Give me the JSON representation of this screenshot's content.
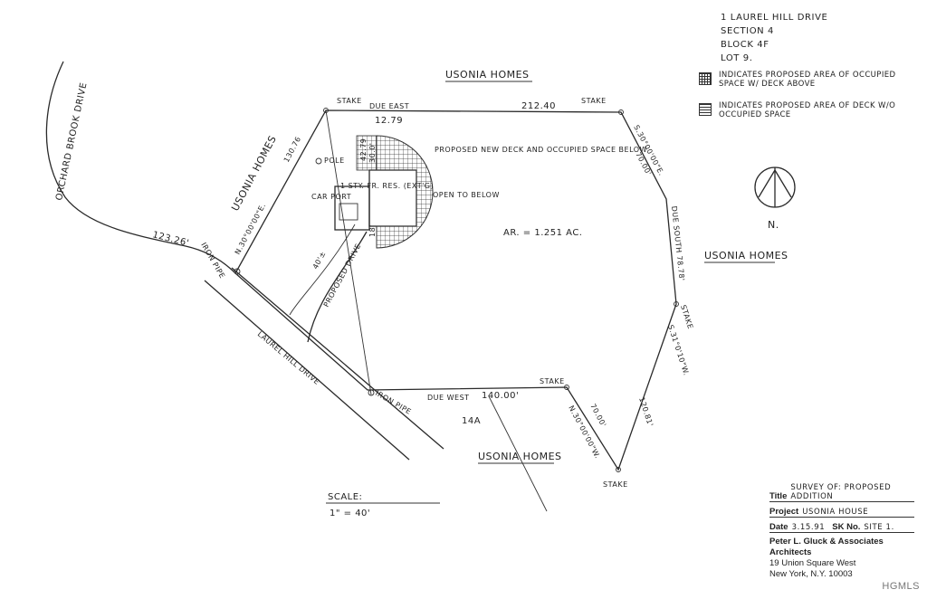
{
  "lot_info": {
    "address": "1 LAUREL HILL DRIVE",
    "section": "SECTION 4",
    "block": "BLOCK 4F",
    "lot": "LOT 9."
  },
  "legend": [
    {
      "swatch": "crosshatch-square-icon",
      "text": "INDICATES PROPOSED AREA OF OCCUPIED SPACE W/ DECK ABOVE"
    },
    {
      "swatch": "hatch-square-icon",
      "text": "INDICATES PROPOSED AREA OF DECK W/O OCCUPIED SPACE"
    }
  ],
  "labels": {
    "usonia_top": "USONIA HOMES",
    "usonia_left": "USONIA HOMES",
    "usonia_right": "USONIA HOMES",
    "usonia_bottom": "USONIA HOMES",
    "orchard_brook": "ORCHARD BROOK DRIVE",
    "laurel_hill": "LAUREL HILL DRIVE",
    "due_east": "DUE EAST",
    "due_east_dist": "12.79",
    "dist_212": "212.40",
    "stake_top_left": "STAKE",
    "stake_top_right": "STAKE",
    "stake_right": "STAKE",
    "stake_bottom": "STAKE",
    "stake_bottom_right": "STAKE",
    "bearing_ne": "S.30°00'00\"E.",
    "dist_70_top": "70.00'",
    "due_south": "DUE SOUTH 78.78'",
    "bearing_se": "S.31°0'10\"W.",
    "dist_120": "120.81'",
    "dist_70_bottom": "70.00'",
    "bearing_sw": "N.30°00'00\"W.",
    "due_west": "DUE WEST",
    "dist_140": "140.00'",
    "iron_pipe_bottom": "IRON PIPE",
    "iron_pipe_left": "IRON PIPE",
    "dist_123": "123.26'",
    "bearing_nw": "N.30°00'00\"E.",
    "dist_130": "130.76",
    "pole": "POLE",
    "car_port": "CAR PORT",
    "house": "1 STY. FR. RES. (EXT'G)",
    "proposed_deck": "PROPOSED NEW DECK AND OCCUPIED SPACE BELOW",
    "open_below": "OPEN TO BELOW",
    "area": "AR. = 1.251 AC.",
    "proposed_drive": "PROPOSED DRIVE",
    "dist_42_79": "42.79",
    "dist_30": "30.0'",
    "dist_18": "18'",
    "dist_40": "40'±",
    "lot_14a": "14A",
    "north_label": "N.",
    "scale_label": "SCALE:",
    "scale_value": "1\" = 40'"
  },
  "title_block": {
    "title_label": "Title",
    "title_value": "SURVEY OF: PROPOSED ADDITION",
    "project_label": "Project",
    "project_value": "USONIA HOUSE",
    "date_label": "Date",
    "date_value": "3.15.91",
    "sk_label": "SK No.",
    "sk_value": "SITE 1.",
    "firm": "Peter L. Gluck & Associates",
    "firm_sub": "Architects",
    "address1": "19 Union Square West",
    "address2": "New York, N.Y. 10003"
  },
  "watermark": "HGMLS"
}
